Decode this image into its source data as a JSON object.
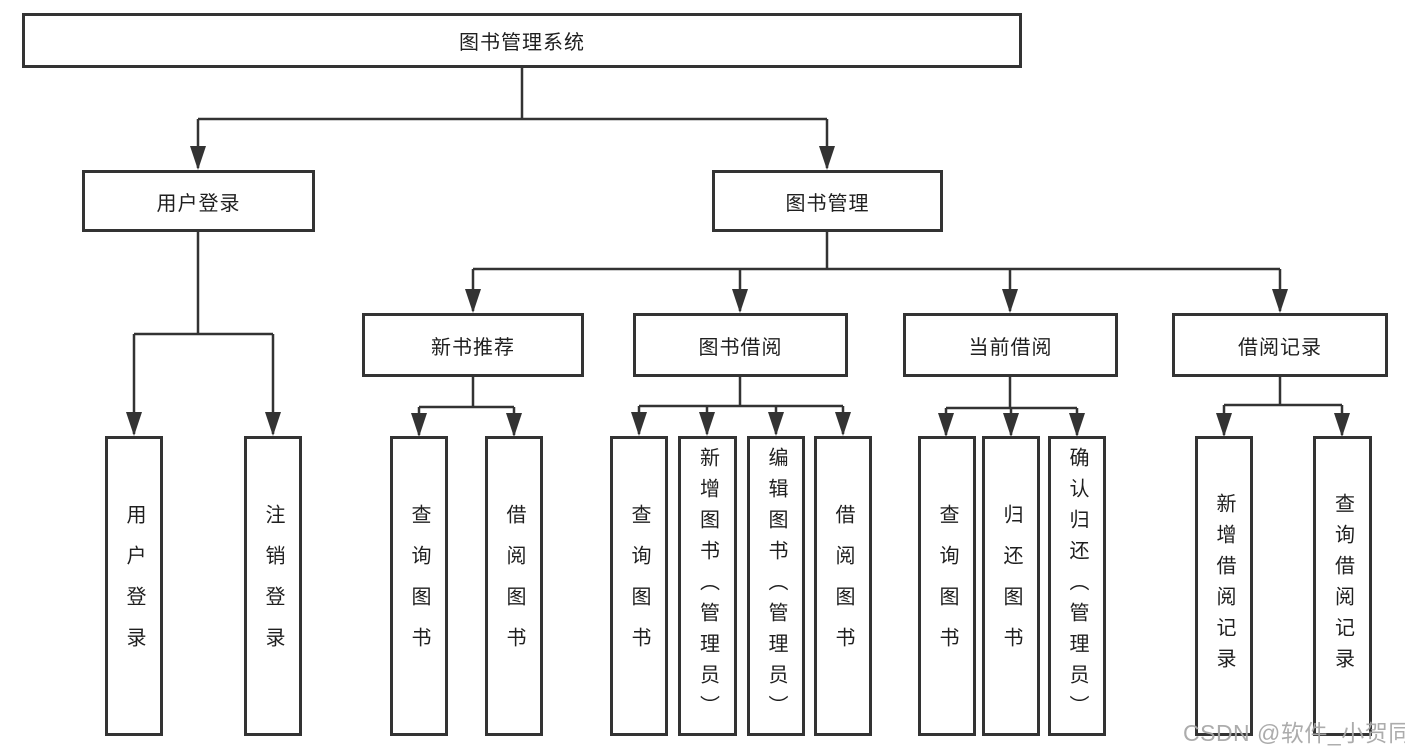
{
  "diagram": {
    "root": {
      "label": "图书管理系统"
    },
    "branches": [
      {
        "label": "用户登录",
        "children": [
          {
            "label": "用户登录"
          },
          {
            "label": "注销登录"
          }
        ]
      },
      {
        "label": "图书管理",
        "children": [
          {
            "label": "新书推荐",
            "children": [
              {
                "label": "查询图书"
              },
              {
                "label": "借阅图书"
              }
            ]
          },
          {
            "label": "图书借阅",
            "children": [
              {
                "label": "查询图书"
              },
              {
                "label": "新增图书（管理员）"
              },
              {
                "label": "编辑图书（管理员）"
              },
              {
                "label": "借阅图书"
              }
            ]
          },
          {
            "label": "当前借阅",
            "children": [
              {
                "label": "查询图书"
              },
              {
                "label": "归还图书"
              },
              {
                "label": "确认归还（管理员）"
              }
            ]
          },
          {
            "label": "借阅记录",
            "children": [
              {
                "label": "新增借阅记录"
              },
              {
                "label": "查询借阅记录"
              }
            ]
          }
        ]
      }
    ]
  },
  "watermark": {
    "text": "CSDN @软件_小贺同学"
  },
  "colors": {
    "line": "#333333",
    "box_border": "#333333",
    "text": "#1f1f1f",
    "background": "#ffffff",
    "watermark": "#a8a8a8"
  }
}
